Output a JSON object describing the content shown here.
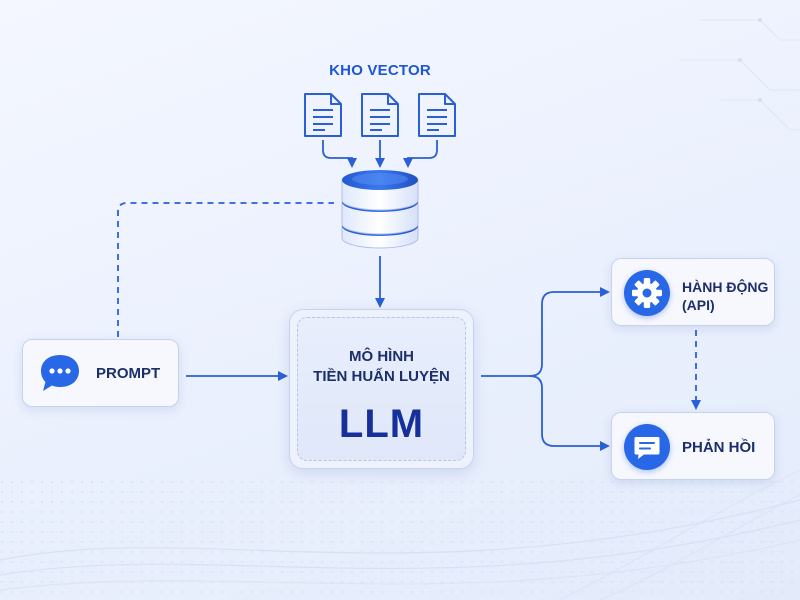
{
  "vector_store": {
    "title": "KHO VECTOR"
  },
  "prompt": {
    "label": "PROMPT"
  },
  "model": {
    "line1": "MÔ HÌNH",
    "line2": "TIỀN HUẤN LUYỆN",
    "name": "LLM"
  },
  "action": {
    "line1": "HÀNH ĐỘNG",
    "line2": "(API)"
  },
  "response": {
    "label": "PHẢN HỒI"
  },
  "colors": {
    "accent": "#2868e6",
    "text": "#1c2f6b",
    "border": "#c6d3ee",
    "line": "#2a5fd6"
  },
  "icons": [
    "document-icon",
    "database-icon",
    "chat-bubble-icon",
    "gear-icon",
    "message-icon",
    "arrow-icon"
  ]
}
